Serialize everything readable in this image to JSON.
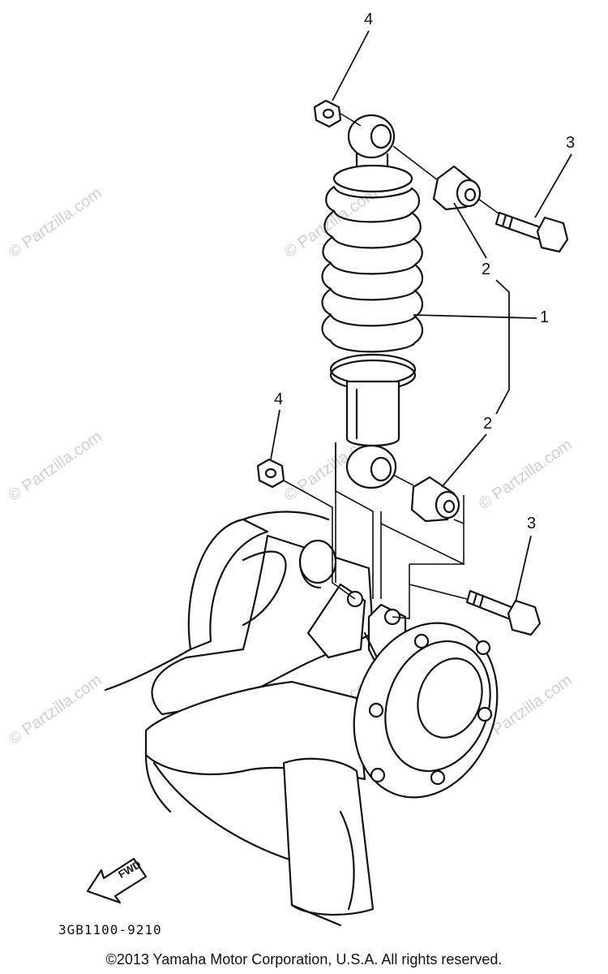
{
  "callouts": [
    {
      "id": "callout-1-shock",
      "label": "1"
    },
    {
      "id": "callout-2-upper",
      "label": "2"
    },
    {
      "id": "callout-2-lower",
      "label": "2"
    },
    {
      "id": "callout-3-upper",
      "label": "3"
    },
    {
      "id": "callout-3-lower",
      "label": "3"
    },
    {
      "id": "callout-4-upper",
      "label": "4"
    },
    {
      "id": "callout-4-lower",
      "label": "4"
    }
  ],
  "fwd_label": "FWD",
  "diagram_code": "3GB1100-9210",
  "copyright": "©2013 Yamaha Motor Corporation, U.S.A. All rights reserved.",
  "watermark": "© Partzilla.com"
}
